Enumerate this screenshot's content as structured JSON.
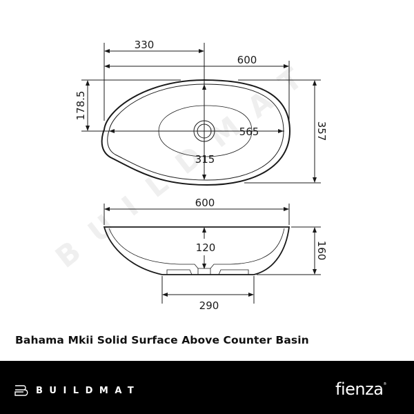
{
  "product_title": "Bahama Mkii Solid Surface Above Counter Basin",
  "top_view": {
    "dim_offset_to_waste": "330",
    "dim_overall_length": "600",
    "dim_half_width": "178.5",
    "dim_overall_width": "357",
    "dim_inner_length": "565",
    "dim_inner_width": "315"
  },
  "side_view": {
    "dim_overall_length": "600",
    "dim_inner_depth": "120",
    "dim_overall_height": "160",
    "dim_base_width": "290"
  },
  "watermark": "BUILDMAT",
  "footer": {
    "retailer_logo": "BUILDMAT",
    "brand_logo": "fienza",
    "brand_mark": "®",
    "background_color": "#000000",
    "text_color": "#ffffff"
  }
}
